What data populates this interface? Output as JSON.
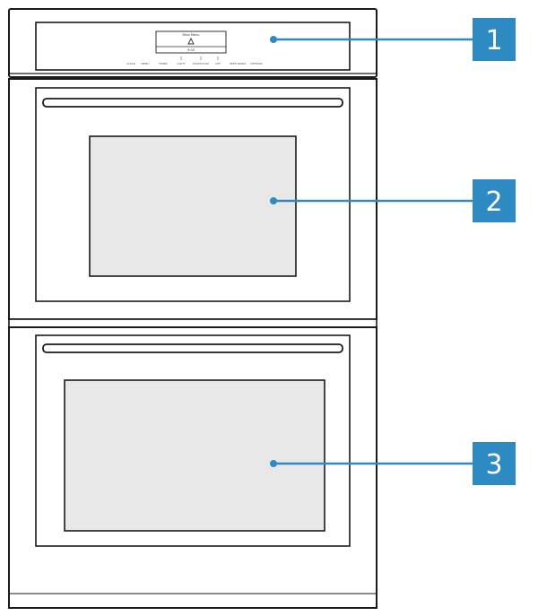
{
  "control_panel": {
    "display_line1": "Main Menu",
    "display_icon": "oven-icon",
    "display_line2": "9:00",
    "buttons": [
      "CLEAR",
      "MENU",
      "TIMER",
      "LIGHT",
      "START/STOP",
      "OFF",
      "KEEP WARM",
      "OPTIONS"
    ]
  },
  "callouts": [
    {
      "number": "1",
      "target": "control-panel"
    },
    {
      "number": "2",
      "target": "upper-oven"
    },
    {
      "number": "3",
      "target": "lower-oven"
    }
  ],
  "colors": {
    "callout": "#2e8ac2",
    "outline": "#1a1a1a",
    "window": "#e8e8e8"
  }
}
